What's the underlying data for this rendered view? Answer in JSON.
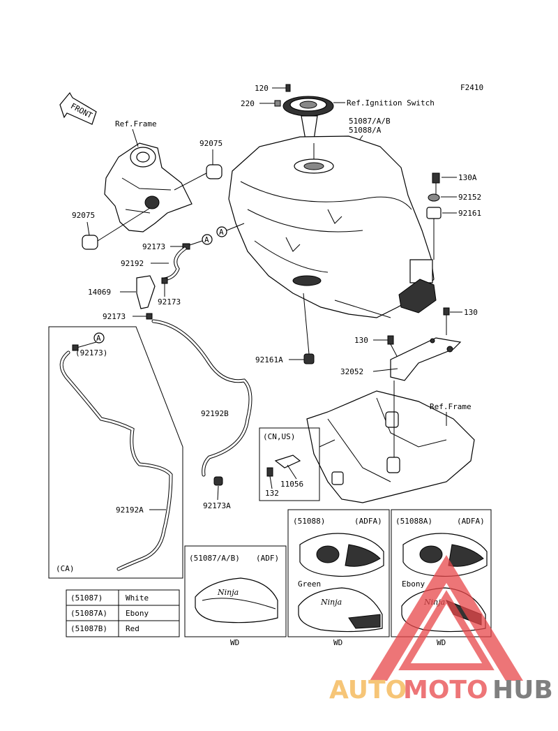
{
  "figure_code": "F2410",
  "front_label": "FRONT",
  "labels": {
    "p120": "120",
    "p220": "220",
    "ref_ignition": "Ref.Ignition Switch",
    "p51087": "51087/A/B",
    "p51088": "51088/A",
    "ref_frame_top": "Ref.Frame",
    "p92075_top": "92075",
    "p92075_left": "92075",
    "p130a": "130A",
    "p92152": "92152",
    "p92161": "92161",
    "p92173_a": "92173",
    "p92192": "92192",
    "p14069": "14069",
    "p92173_b": "92173",
    "p92173_c": "92173",
    "p130_right": "130",
    "p130_mid": "130",
    "p92161a": "92161A",
    "p32052": "32052",
    "ref_frame_bottom": "Ref.Frame",
    "p92192b": "92192B",
    "p92173a": "92173A",
    "p11056": "11056",
    "p132": "132",
    "cn_us": "(CN,US)",
    "circle_a": "A",
    "p92173_paren": "(92173)",
    "p92192a": "92192A",
    "ca": "(CA)"
  },
  "color_table": [
    {
      "code": "(51087)",
      "color": "White"
    },
    {
      "code": "(51087A)",
      "color": "Ebony"
    },
    {
      "code": "(51087B)",
      "color": "Red"
    }
  ],
  "variants": [
    {
      "code": "(51087/A/B)",
      "market": "(ADF)",
      "note": "",
      "region": "WD"
    },
    {
      "code": "(51088)",
      "market": "(ADFA)",
      "note": "Green",
      "region": "WD"
    },
    {
      "code": "(51088A)",
      "market": "(ADFA)",
      "note": "Ebony",
      "region": "WD"
    }
  ],
  "tank_badge": "Ninja",
  "watermark": {
    "part1": "AUTO",
    "part2": "MOTO",
    "part3": "HUB",
    "colors": {
      "auto": "#f3b24a",
      "moto": "#e8474a",
      "hub": "#555555",
      "triangle": "#e8474a"
    }
  }
}
